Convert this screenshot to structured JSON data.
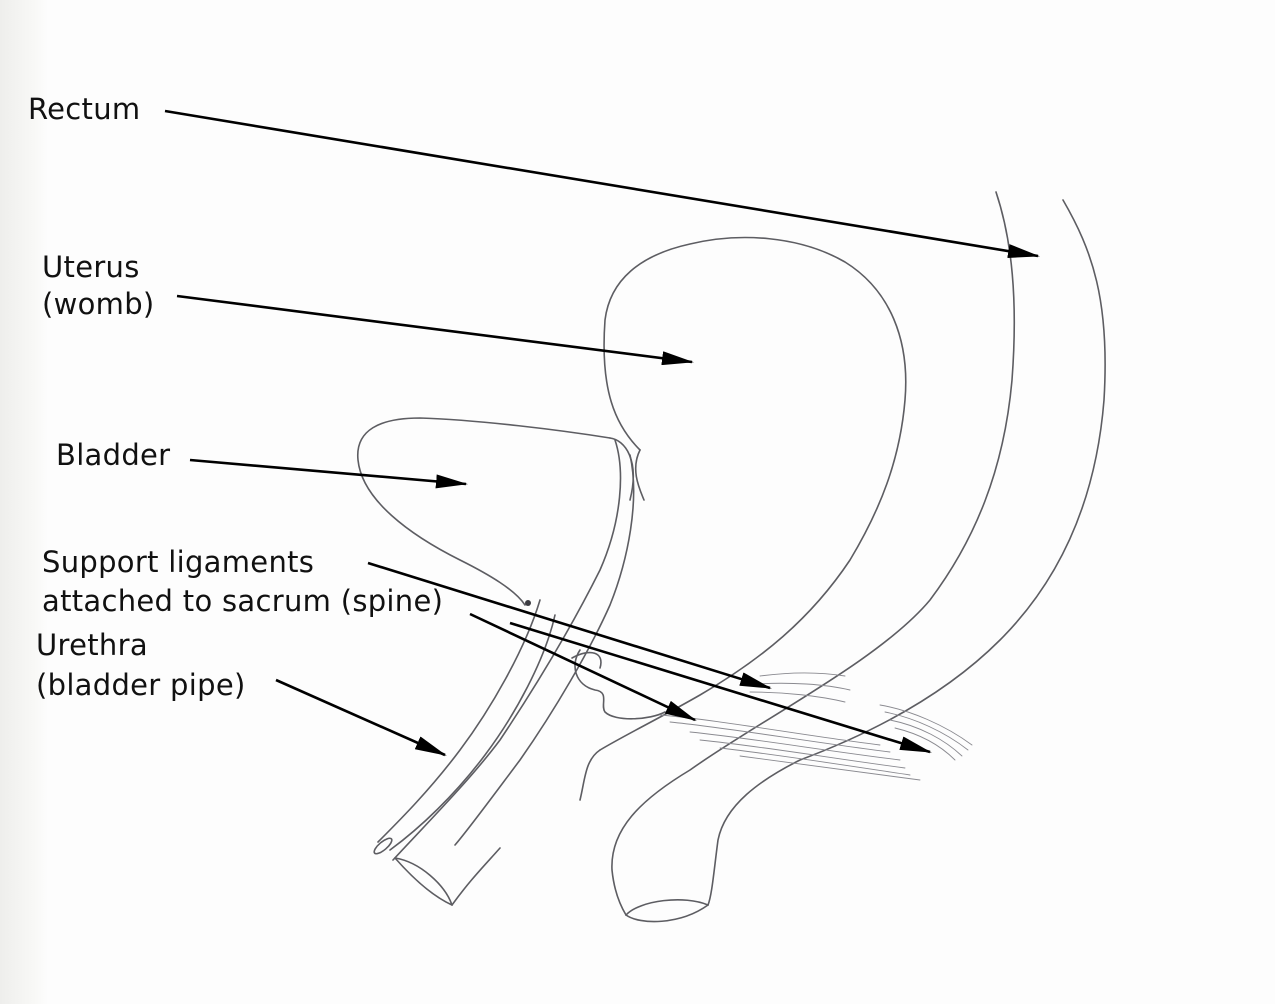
{
  "labels": {
    "rectum": "Rectum",
    "uterus_line1": "Uterus",
    "uterus_line2": "(womb)",
    "bladder": "Bladder",
    "support_line1": "Support ligaments",
    "support_line2": "attached to sacrum (spine)",
    "urethra_line1": "Urethra",
    "urethra_line2": "(bladder pipe)"
  },
  "colors": {
    "ink": "#111111",
    "pencil": "#5d5d62",
    "paper": "#fdfdfd"
  }
}
